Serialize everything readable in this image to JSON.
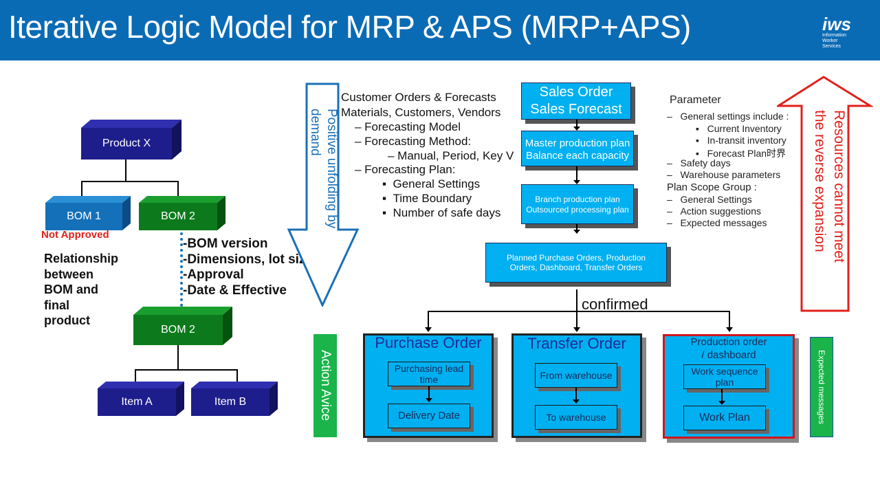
{
  "title": "Iterative Logic Model for MRP & APS (MRP+APS)",
  "logo": {
    "main": "iws",
    "line1": "Information",
    "line2": "Worker",
    "line3": "Services"
  },
  "bom_tree": {
    "product": "Product X",
    "bom1": "BOM 1",
    "bom2": "BOM 2",
    "not_approved": "Not Approved",
    "relationship": [
      "Relationship",
      "between",
      "BOM and",
      "final",
      "product"
    ],
    "attributes": [
      "-BOM version",
      "-Dimensions, lot sizes",
      "-Approval",
      "-Date & Effective"
    ],
    "bom2_lower": "BOM 2",
    "item_a": "Item A",
    "item_b": "Item B"
  },
  "demand_arrow": {
    "line1": "Positive unfolding by",
    "line2": "demand"
  },
  "inputs": {
    "line1": "Customer Orders & Forecasts",
    "line2": "Materials, Customers, Vendors",
    "l1": "–  Forecasting Model",
    "l2": "–  Forecasting Method:",
    "l2a": "–  Manual, Period, Key V",
    "l3": "–  Forecasting Plan:",
    "b1": "General Settings",
    "b2": "Time Boundary",
    "b3": "Number of safe days"
  },
  "flow": {
    "sales_1": "Sales Order",
    "sales_2": "Sales Forecast",
    "mps_1": "Master production plan",
    "mps_2": "Balance each capacity",
    "branch_1": "Branch production plan",
    "branch_2": "Outsourced processing plan",
    "planned": "Planned Purchase Orders, Production Orders, Dashboard, Transfer Orders",
    "confirmed": "confirmed"
  },
  "parameter": {
    "title": "Parameter",
    "general": "General settings include :",
    "g1": "Current Inventory",
    "g2": "In-transit inventory",
    "g3": "Forecast Plan时界",
    "safety": "Safety days",
    "warehouse": "Warehouse parameters",
    "scope": "Plan Scope Group :",
    "s1": "General Settings",
    "s2": "Action suggestions",
    "s3": "Expected messages"
  },
  "resources_arrow": {
    "line1": "Resources cannot meet",
    "line2": "the reverse expansion"
  },
  "action_advice": "Action Avice",
  "expected_messages": "Expected messages",
  "purchase": {
    "title": "Purchase Order",
    "box1": "Purchasing lead time",
    "box2": "Delivery Date"
  },
  "transfer": {
    "title": "Transfer Order",
    "box1": "From warehouse",
    "box2": "To warehouse"
  },
  "production": {
    "title_1": "Production order",
    "title_2": "/ dashboard",
    "box1": "Work sequence plan",
    "box2": "Work Plan"
  },
  "colors": {
    "header": "#0a6bb5",
    "cyan": "#00b0f0",
    "red": "#e0201a",
    "green": "#1ab44a",
    "navy": "#1e1d8c",
    "bom_blue": "#1470b8",
    "bom_green": "#0c7a1c"
  }
}
